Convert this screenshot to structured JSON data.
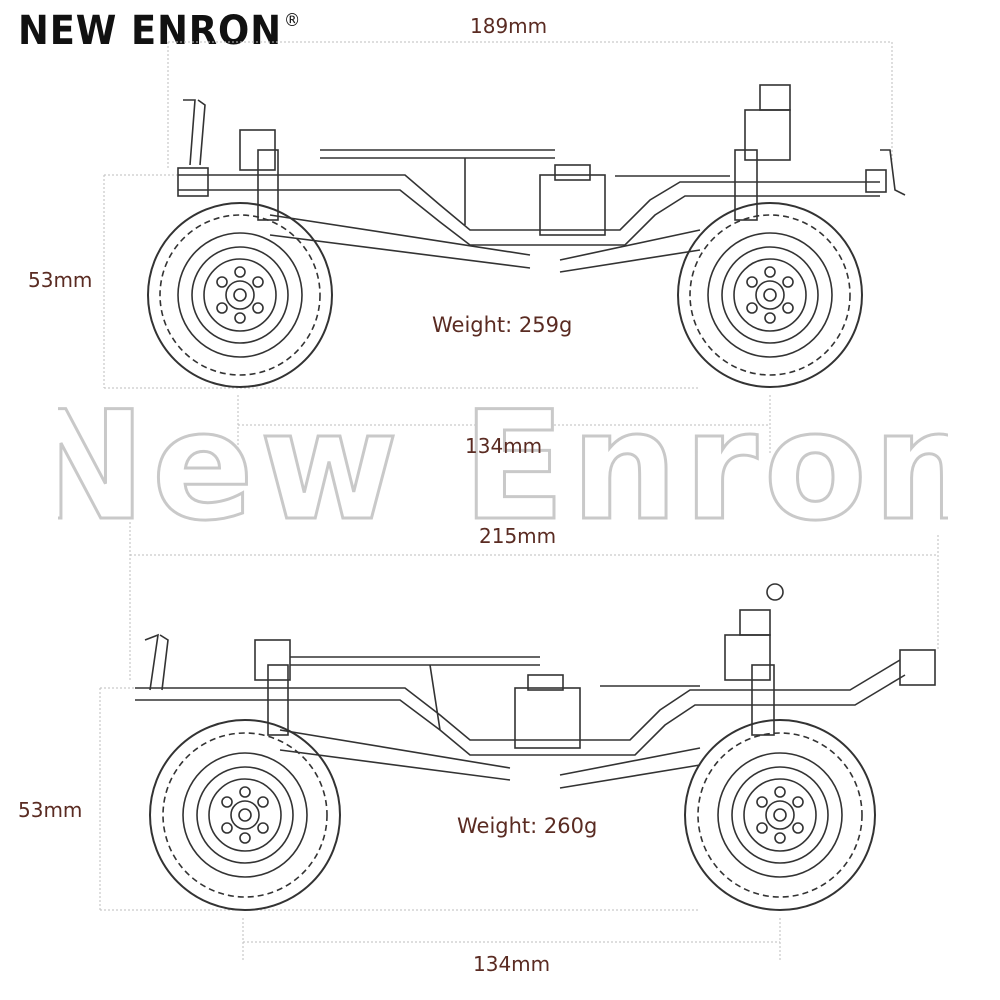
{
  "brand": {
    "logo_text": "NEW ENRON",
    "registered_mark": "®",
    "watermark_text": "New Enron"
  },
  "top_chassis": {
    "length_label": "189mm",
    "height_label": "53mm",
    "weight_label": "Weight: 259g",
    "wheelbase_label": "134mm"
  },
  "bottom_chassis": {
    "length_label": "215mm",
    "height_label": "53mm",
    "weight_label": "Weight: 260g",
    "wheelbase_label": "134mm"
  },
  "colors": {
    "label": "#5a2b22",
    "line": "#333333",
    "dim_line": "#bbbbbb"
  }
}
